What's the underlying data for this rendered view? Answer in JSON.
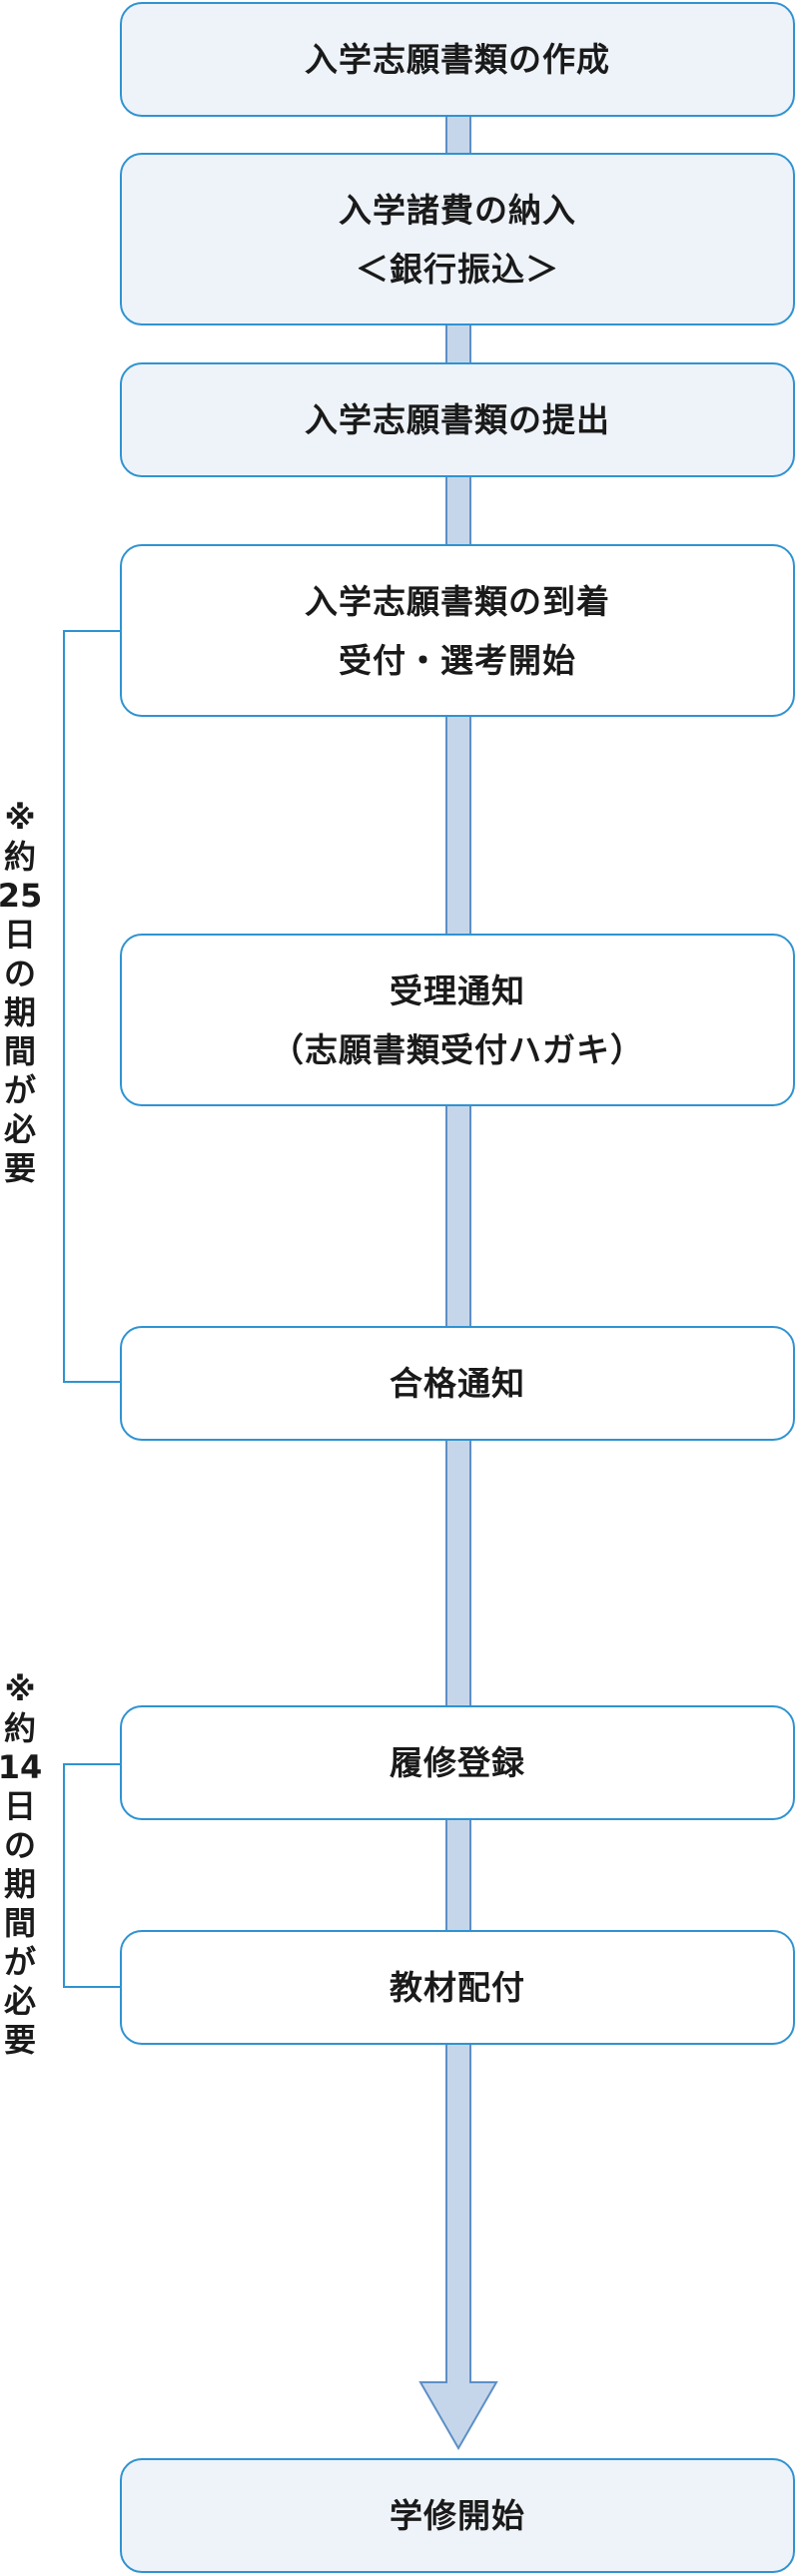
{
  "steps": [
    {
      "id": "application-forms",
      "lines": [
        "入学志願書類の作成"
      ]
    },
    {
      "id": "fee-payment",
      "lines": [
        "入学諸費の納入",
        "＜銀行振込＞"
      ]
    },
    {
      "id": "submit-forms",
      "lines": [
        "入学志願書類の提出"
      ]
    },
    {
      "id": "forms-arrival",
      "lines": [
        "入学志願書類の到着",
        "受付・選考開始"
      ]
    },
    {
      "id": "receipt-notice",
      "lines": [
        "受理通知",
        "（志願書類受付ハガキ）"
      ]
    },
    {
      "id": "acceptance-notice",
      "lines": [
        "合格通知"
      ]
    },
    {
      "id": "course-registration",
      "lines": [
        "履修登録"
      ]
    },
    {
      "id": "materials-delivery",
      "lines": [
        "教材配付"
      ]
    },
    {
      "id": "study-start",
      "lines": [
        "学修開始"
      ]
    }
  ],
  "notes": [
    {
      "id": "period-25-days",
      "lines": [
        "※",
        "約",
        "25",
        "日",
        "の",
        "期",
        "間",
        "が",
        "必",
        "要"
      ]
    },
    {
      "id": "period-14-days",
      "lines": [
        "※",
        "約",
        "14",
        "日",
        "の",
        "期",
        "間",
        "が",
        "必",
        "要"
      ]
    }
  ],
  "colors": {
    "border": "#2f93d2",
    "tint_fill": "#eef3f9",
    "spine_fill": "#c6d6ea",
    "spine_stroke": "#5d8fc6",
    "text": "#1a1a1a"
  }
}
